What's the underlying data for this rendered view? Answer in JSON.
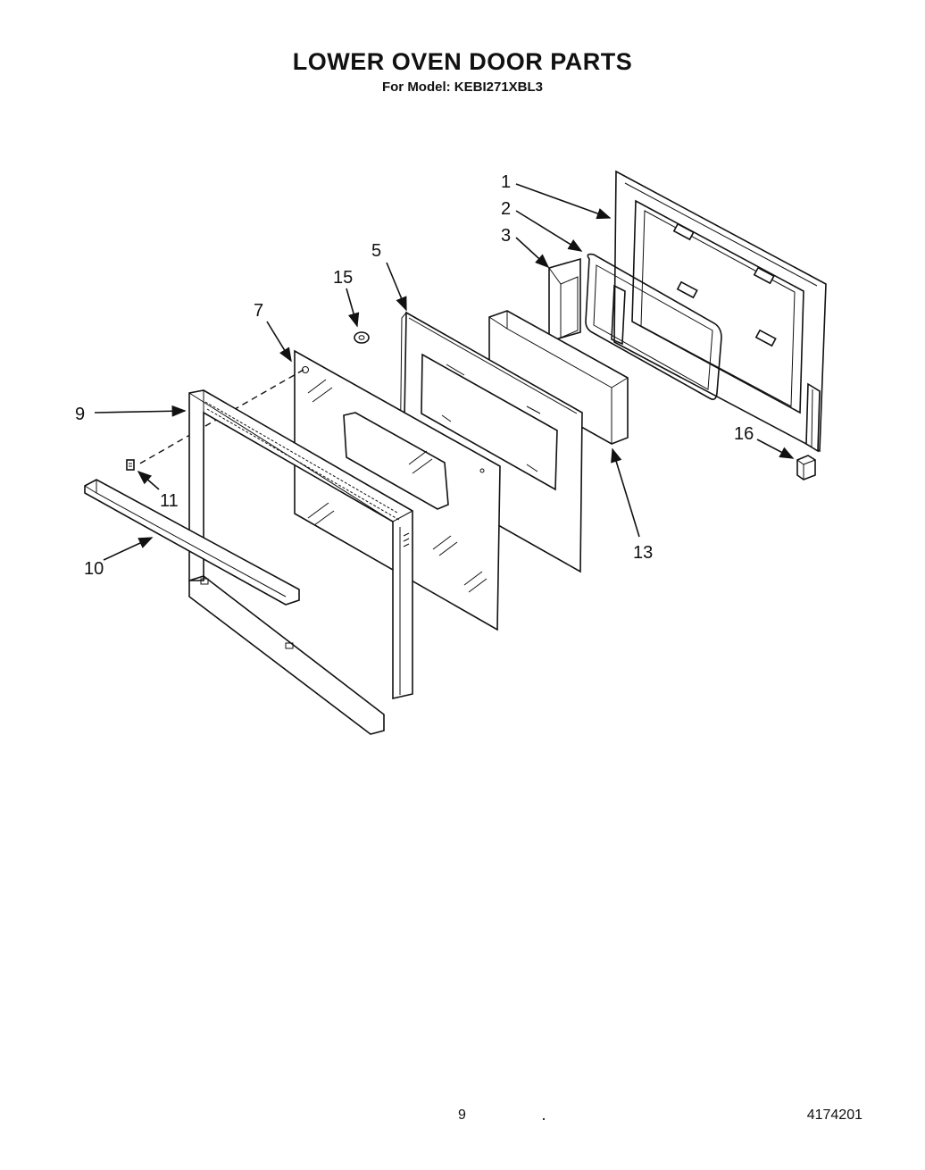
{
  "header": {
    "title": "LOWER OVEN DOOR PARTS",
    "model_line": "For Model: KEBI271XBL3"
  },
  "callouts": {
    "c1": "1",
    "c2": "2",
    "c3": "3",
    "c5": "5",
    "c7": "7",
    "c9": "9",
    "c10": "10",
    "c11": "11",
    "c13": "13",
    "c15": "15",
    "c16": "16"
  },
  "footer": {
    "page_number": "9",
    "document_number": "4174201"
  }
}
